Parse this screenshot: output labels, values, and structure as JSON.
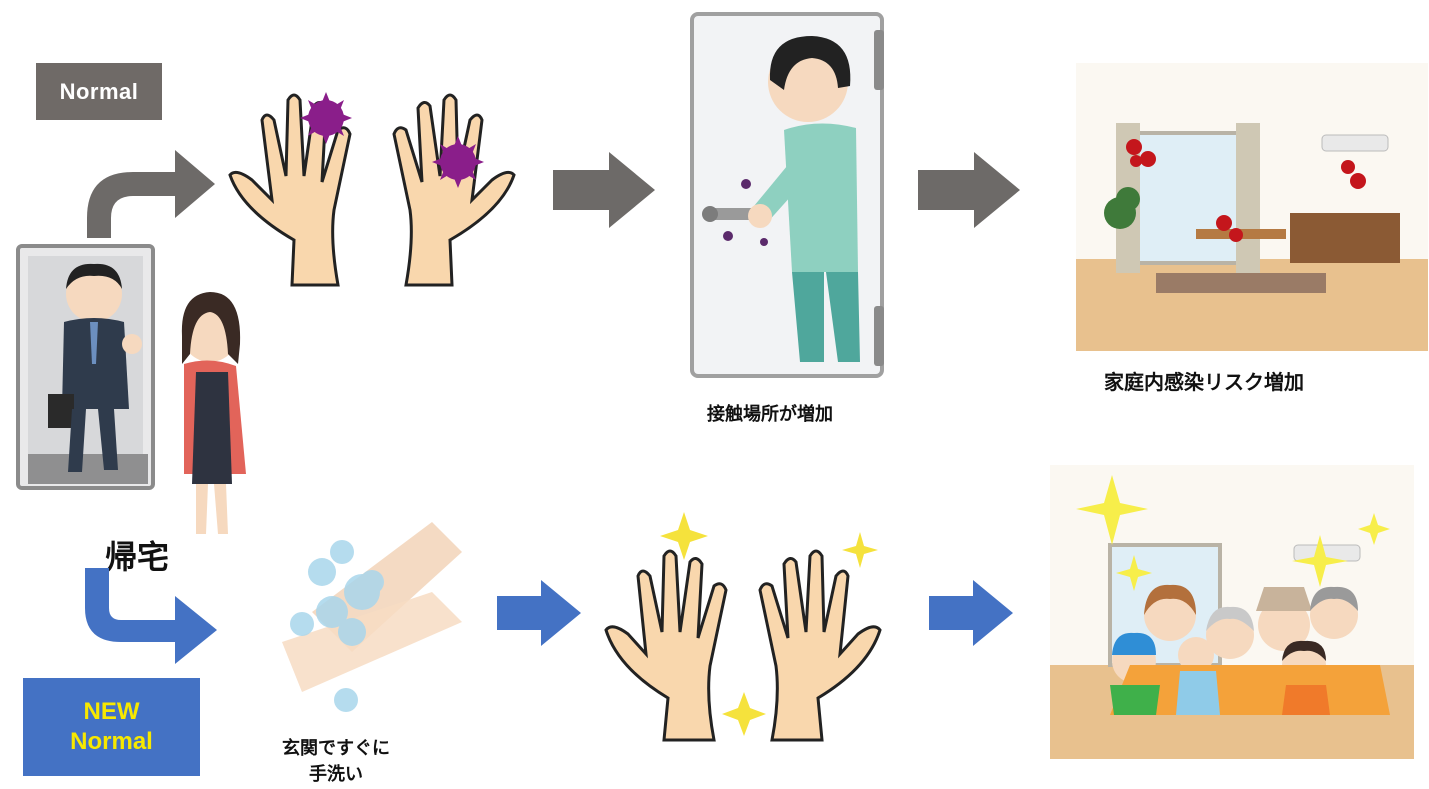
{
  "labels": {
    "normal": "Normal",
    "new_normal_line1": "NEW",
    "new_normal_line2": "Normal"
  },
  "captions": {
    "return_home": "帰宅",
    "contact_points": "接触場所が増加",
    "infection_risk": "家庭内感染リスク増加",
    "handwash_line1": "玄関ですぐに",
    "handwash_line2": "手洗い"
  },
  "colors": {
    "normal_gray": "#6f6a67",
    "new_blue": "#4472c4",
    "new_text_yellow": "#f7e800",
    "arrow_gray": "#6d6a68",
    "arrow_blue": "#4472c4"
  },
  "icons": {
    "scene_return_home": "person-returning-home-icon",
    "hands_with_germs": "germ-covered-hands-icon",
    "door_handle_contact": "man-touching-door-handle-icon",
    "room_with_germs": "room-with-germs-icon",
    "hand_washing": "hand-washing-icon",
    "clean_hands": "sparkling-clean-hands-icon",
    "happy_family": "happy-family-room-icon"
  }
}
